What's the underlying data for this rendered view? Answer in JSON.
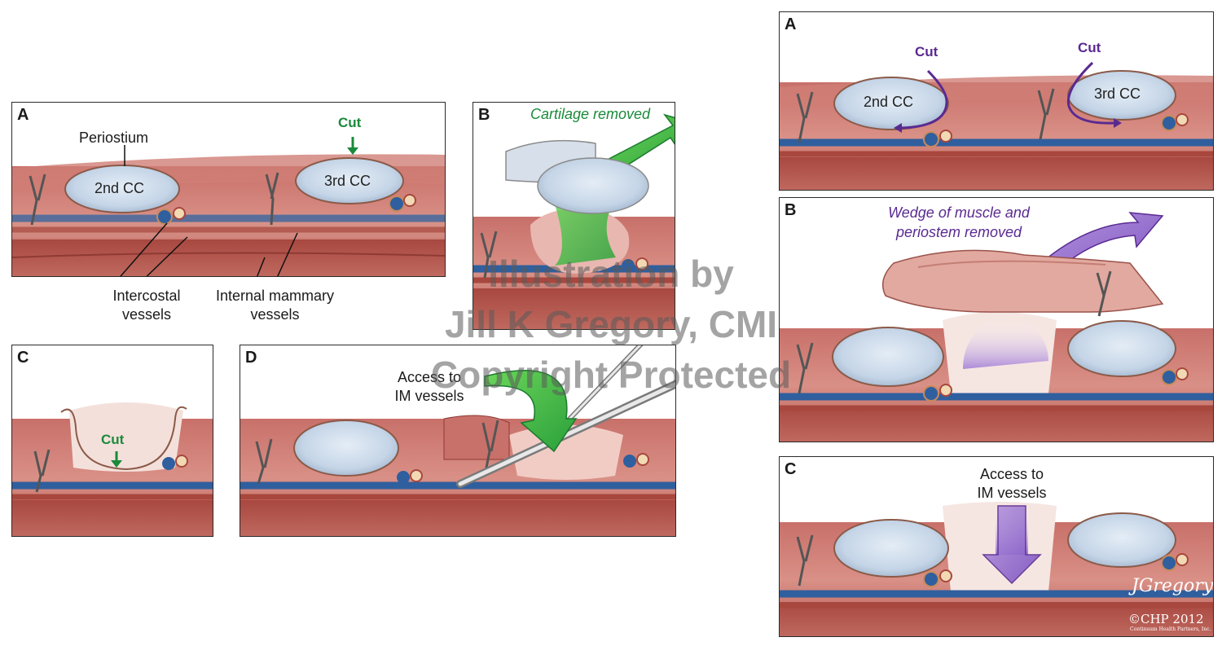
{
  "left_panels": {
    "A": {
      "label": "A",
      "periostium": "Periostium",
      "cut": "Cut",
      "cc2": "2nd CC",
      "cc3": "3rd CC",
      "intercostal": "Intercostal\nvessels",
      "internal_mammary": "Internal mammary\nvessels"
    },
    "B": {
      "label": "B",
      "caption": "Cartilage removed"
    },
    "C": {
      "label": "C",
      "cut": "Cut"
    },
    "D": {
      "label": "D",
      "access": "Access to\nIM vessels"
    }
  },
  "right_panels": {
    "A": {
      "label": "A",
      "cut_left": "Cut",
      "cut_right": "Cut",
      "cc2": "2nd CC",
      "cc3": "3rd CC"
    },
    "B": {
      "label": "B",
      "caption": "Wedge of muscle and\nperiostem removed"
    },
    "C": {
      "label": "C",
      "access": "Access to\nIM vessels"
    }
  },
  "watermark": {
    "line1": "Illustration by",
    "line2": "Jill K Gregory, CMI",
    "line3": "Copyright Protected"
  },
  "signature": {
    "name": "JGregory",
    "copyright": "©CHP 2012",
    "publisher": "Continuum Health Partners, Inc."
  },
  "colors": {
    "muscle": "#b85a55",
    "muscle_light": "#d98f84",
    "vessel_blue": "#2f5f9e",
    "vessel_red": "#a8473d",
    "cartilage": "#c9d8ea",
    "green": "#1a8a3a",
    "purple": "#5a2a91"
  }
}
